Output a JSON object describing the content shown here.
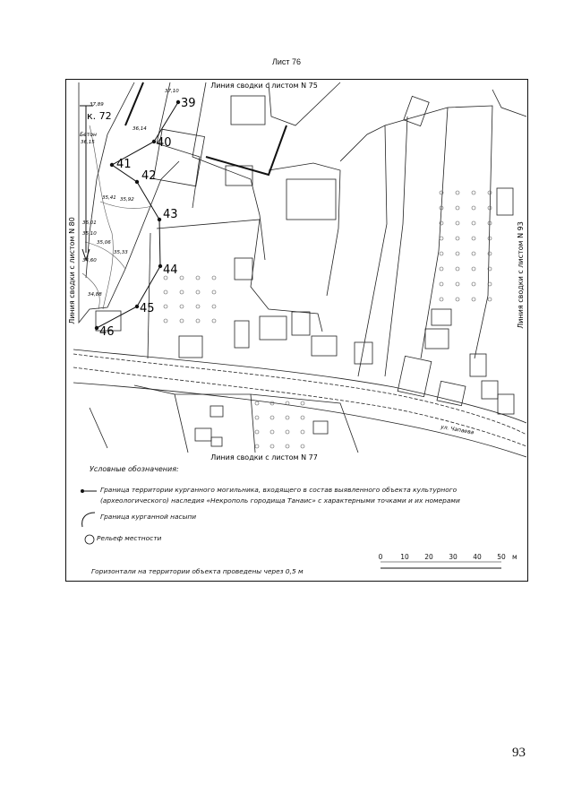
{
  "sheet_title": "Лист 76",
  "adjacent_sheets": {
    "top": "Линия сводки с листом N 75",
    "bottom": "Линия сводки с листом N 77",
    "left": "Линия сводки с листом N 80",
    "right": "Линия сводки с листом N 93"
  },
  "boundary_points": [
    {
      "label": "39"
    },
    {
      "label": "40"
    },
    {
      "label": "41"
    },
    {
      "label": "42"
    },
    {
      "label": "43"
    },
    {
      "label": "44"
    },
    {
      "label": "45"
    },
    {
      "label": "46"
    }
  ],
  "control_point": "к. 72",
  "map_annotations": {
    "material": "Бетон",
    "street": "ул. Чапаева",
    "elevations": [
      "37,89",
      "37,10",
      "36,14",
      "36,15",
      "35,41",
      "35,92",
      "36,01",
      "35,10",
      "35,06",
      "35,33",
      "34,60",
      "34,88"
    ]
  },
  "legend": {
    "title": "Условные обозначения:",
    "items": [
      {
        "icon": "boundary-point-line",
        "text": "Граница территории курганного могильника, входящего в состав выявленного объекта культурного (археологического) наследия «Некрополь городища Танаис» с характерными точками и их номерами"
      },
      {
        "icon": "mound-arc",
        "text": "Граница курганной насыпи"
      },
      {
        "icon": "relief-circle",
        "text": "Рельеф местности"
      }
    ],
    "contour_note": "Горизонтали на территории объекта проведены через 0,5 м"
  },
  "scale_bar": {
    "ticks": [
      "0",
      "10",
      "20",
      "30",
      "40",
      "50"
    ],
    "unit": "м"
  },
  "page_number": "93",
  "colors": {
    "ink": "#111111",
    "paper": "#ffffff"
  }
}
